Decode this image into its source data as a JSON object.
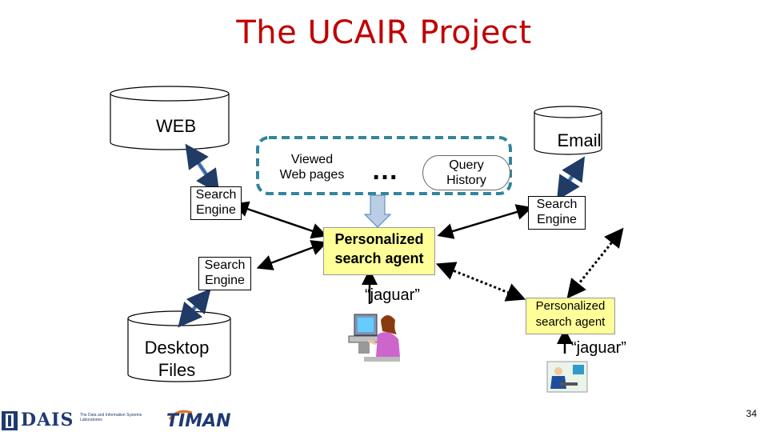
{
  "title": "The UCAIR Project",
  "stores": {
    "web": "WEB",
    "email": "Email",
    "desktop_line1": "Desktop",
    "desktop_line2": "Files"
  },
  "search_engine": {
    "line1": "Search",
    "line2": "Engine"
  },
  "history": {
    "viewed_line1": "Viewed",
    "viewed_line2": "Web pages",
    "ellipsis": "…",
    "query_line1": "Query",
    "query_line2": "History"
  },
  "agent": {
    "line1": "Personalized",
    "line2": "search agent"
  },
  "query_text": "“jaguar”",
  "logos": {
    "dais": "DAIS",
    "dais_sub": "The Data and Information Systems Laboratories",
    "timan": "TIMAN"
  },
  "page_number": "34",
  "colors": {
    "title": "#c00000",
    "agent_fill": "#ffff99",
    "arrow_blue": "#4f81bd",
    "dashed_border": "#31859c"
  }
}
